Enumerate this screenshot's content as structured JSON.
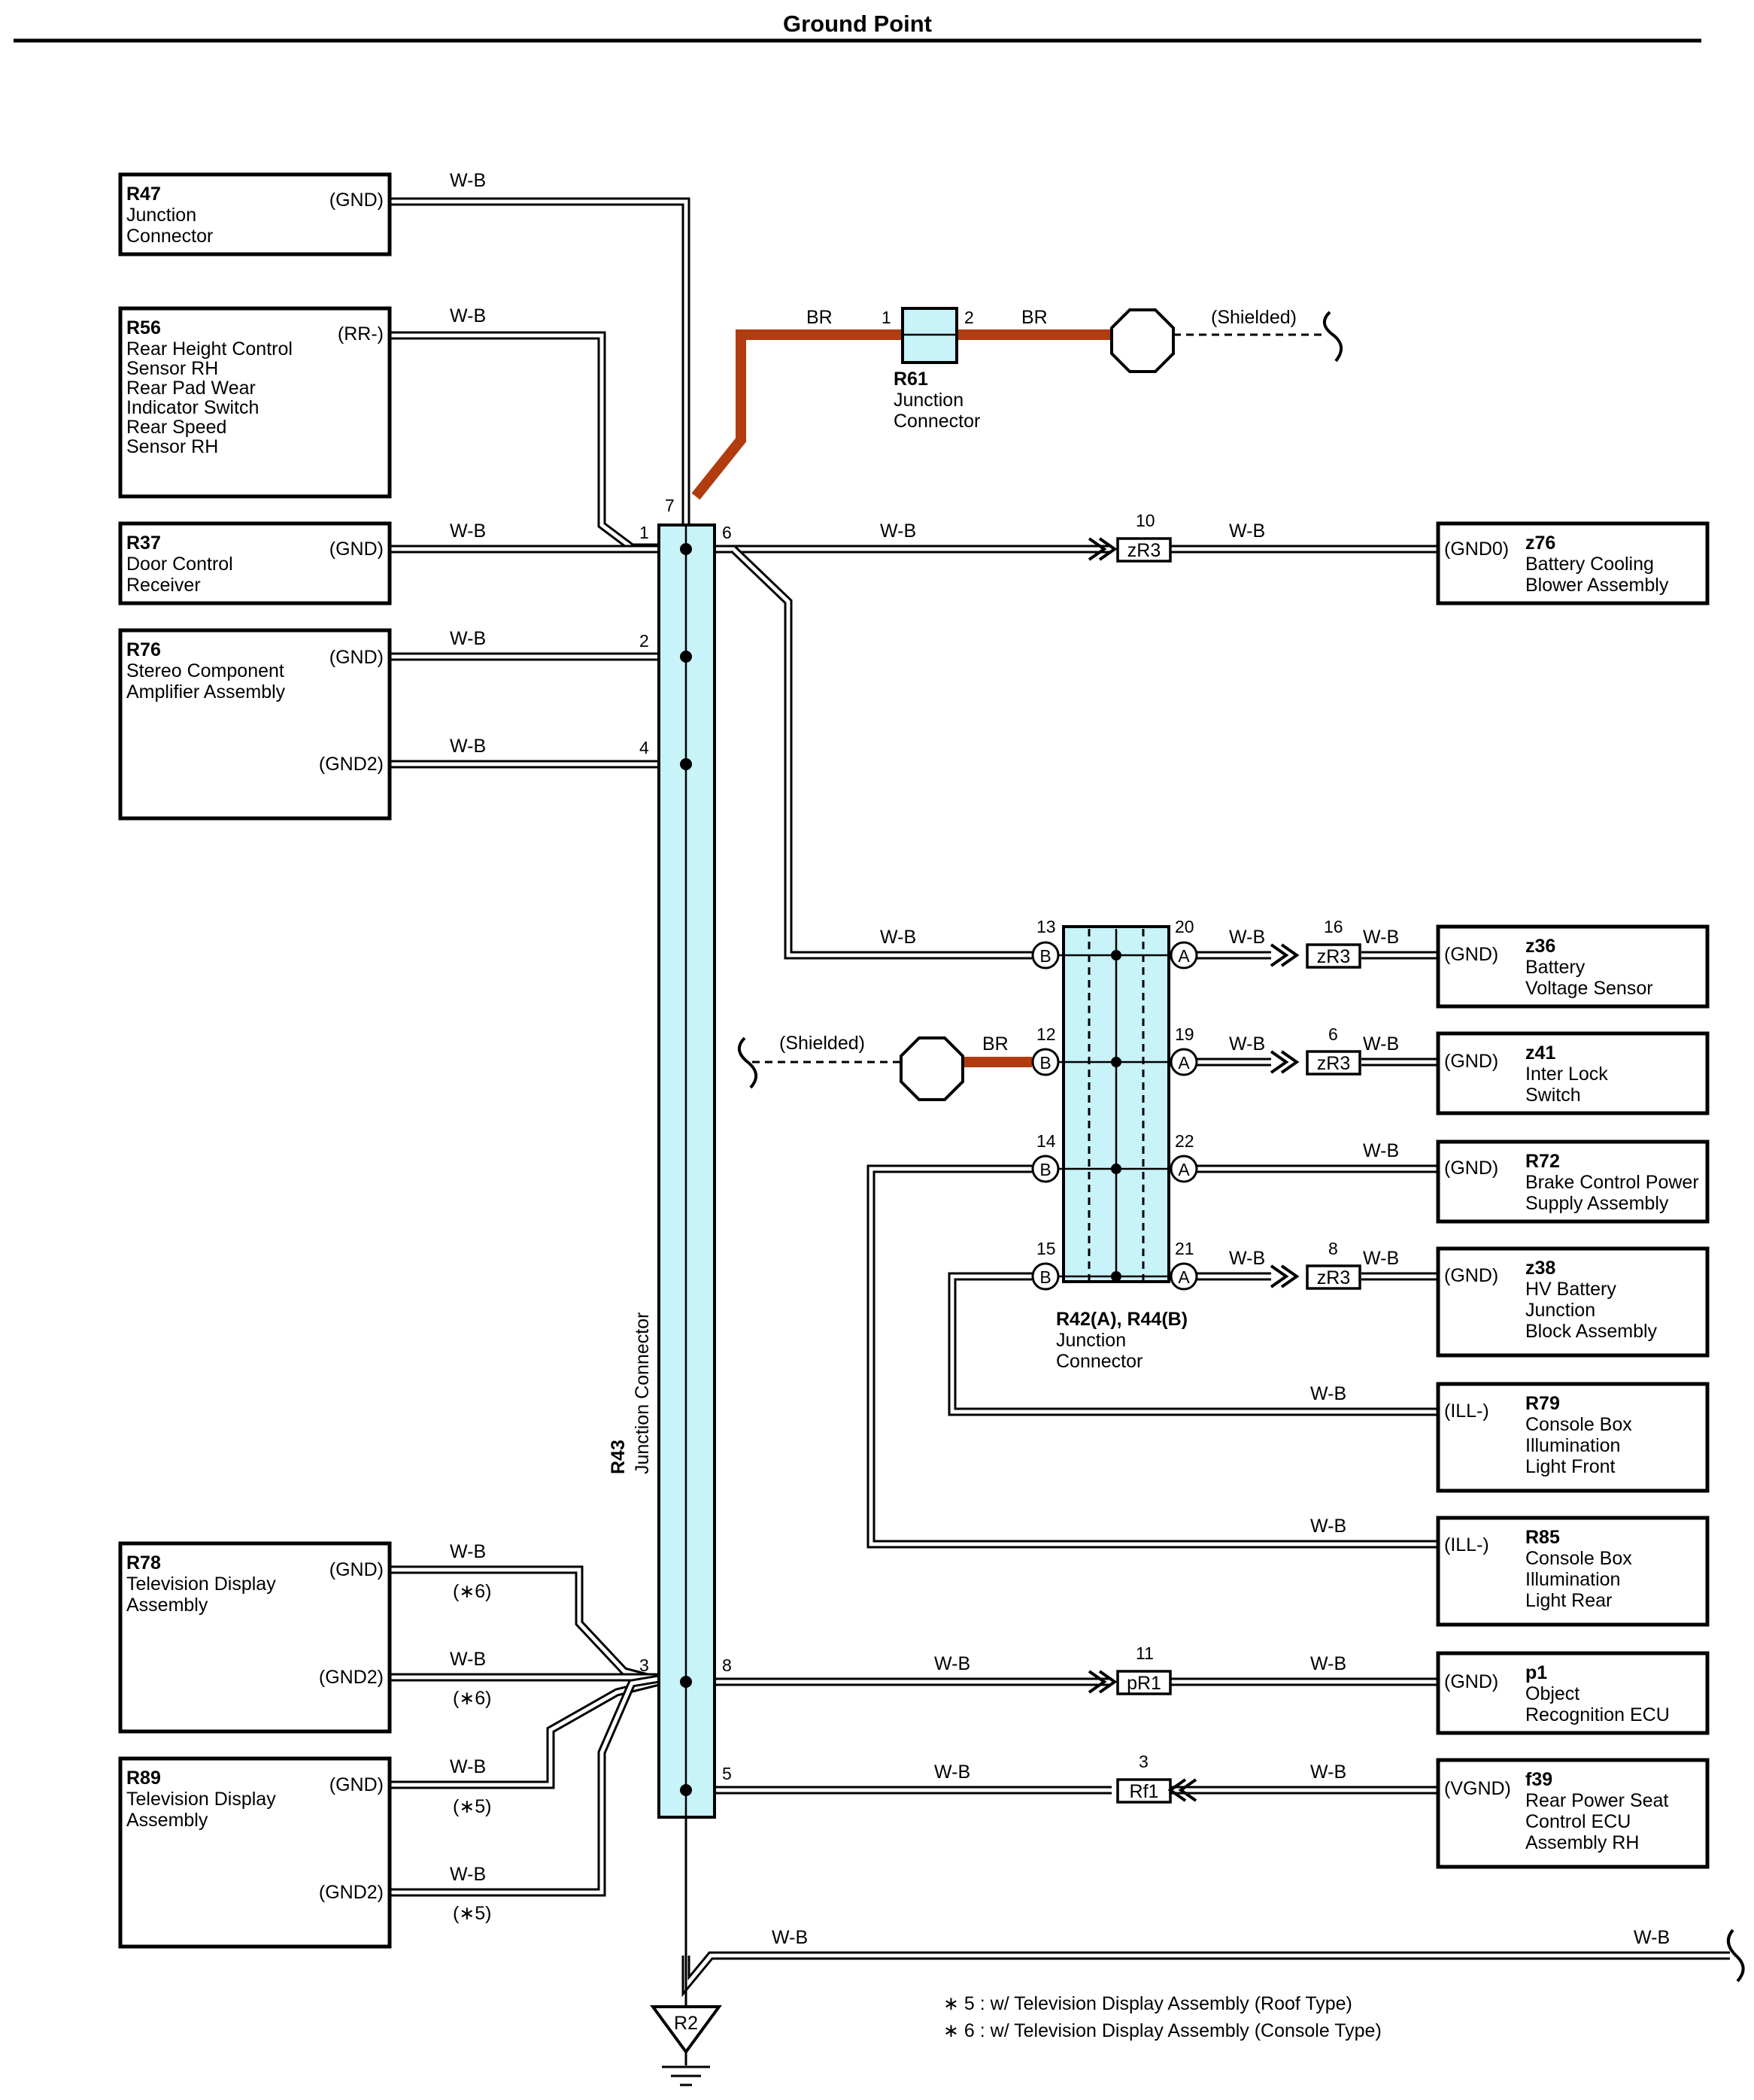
{
  "title": "Ground Point",
  "wire": {
    "wb": "W-B",
    "br": "BR",
    "shielded": "(Shielded)"
  },
  "pins": {
    "p1": "1",
    "p2": "2",
    "p3": "3",
    "p4": "4",
    "p5": "5",
    "p6": "6",
    "p7": "7",
    "p8": "8",
    "p10": "10",
    "p11": "11",
    "p12": "12",
    "p13": "13",
    "p14": "14",
    "p15": "15",
    "p16": "16",
    "p19": "19",
    "p20": "20",
    "p21": "21",
    "p22": "22",
    "p6b": "6",
    "p8b": "8",
    "p3b": "3",
    "p1b": "1",
    "p2b": "2"
  },
  "conn_letters": {
    "a": "A",
    "b": "B"
  },
  "left_components": [
    {
      "code": "R47",
      "name": [
        "Junction",
        "Connector"
      ],
      "terms": [
        "(GND)"
      ]
    },
    {
      "code": "R56",
      "name": [
        "Rear Height Control",
        "Sensor RH",
        "Rear Pad Wear",
        "Indicator Switch",
        "Rear Speed",
        "Sensor RH"
      ],
      "terms": [
        "(RR-)"
      ]
    },
    {
      "code": "R37",
      "name": [
        "Door Control",
        "Receiver"
      ],
      "terms": [
        "(GND)"
      ]
    },
    {
      "code": "R76",
      "name": [
        "Stereo Component",
        "Amplifier Assembly"
      ],
      "terms": [
        "(GND)",
        "(GND2)"
      ]
    },
    {
      "code": "R78",
      "name": [
        "Television Display",
        "Assembly"
      ],
      "terms": [
        "(GND)",
        "(GND2)"
      ]
    },
    {
      "code": "R89",
      "name": [
        "Television Display",
        "Assembly"
      ],
      "terms": [
        "(GND)",
        "(GND2)"
      ]
    }
  ],
  "right_components": [
    {
      "code": "z76",
      "name": [
        "Battery Cooling",
        "Blower Assembly"
      ],
      "term": "(GND0)"
    },
    {
      "code": "z36",
      "name": [
        "Battery",
        "Voltage Sensor"
      ],
      "term": "(GND)"
    },
    {
      "code": "z41",
      "name": [
        "Inter Lock",
        "Switch"
      ],
      "term": "(GND)"
    },
    {
      "code": "R72",
      "name": [
        "Brake Control Power",
        "Supply Assembly"
      ],
      "term": "(GND)"
    },
    {
      "code": "z38",
      "name": [
        "HV Battery",
        "Junction",
        "Block Assembly"
      ],
      "term": "(GND)"
    },
    {
      "code": "R79",
      "name": [
        "Console Box",
        "Illumination",
        "Light Front"
      ],
      "term": "(ILL-)"
    },
    {
      "code": "R85",
      "name": [
        "Console Box",
        "Illumination",
        "Light Rear"
      ],
      "term": "(ILL-)"
    },
    {
      "code": "p1",
      "name": [
        "Object",
        "Recognition ECU"
      ],
      "term": "(GND)"
    },
    {
      "code": "f39",
      "name": [
        "Rear Power Seat",
        "Control ECU",
        "Assembly RH"
      ],
      "term": "(VGND)"
    }
  ],
  "inline_connectors": {
    "zR3": "zR3",
    "pR1": "pR1",
    "Rf1": "Rf1"
  },
  "r61": {
    "code": "R61",
    "name": [
      "Junction",
      "Connector"
    ]
  },
  "r42": {
    "code": "R42(A), R44(B)",
    "name": [
      "Junction",
      "Connector"
    ]
  },
  "r43": {
    "code": "R43",
    "name": "Junction Connector"
  },
  "ground": "R2",
  "notes": {
    "n6": "(∗6)",
    "n5": "(∗5)"
  },
  "footnotes": [
    "∗ 5 : w/ Television Display Assembly (Roof Type)",
    "∗ 6 : w/ Television Display Assembly (Console Type)"
  ],
  "colors": {
    "cyan": "#c8f3f8",
    "brown": "#b03c10"
  }
}
